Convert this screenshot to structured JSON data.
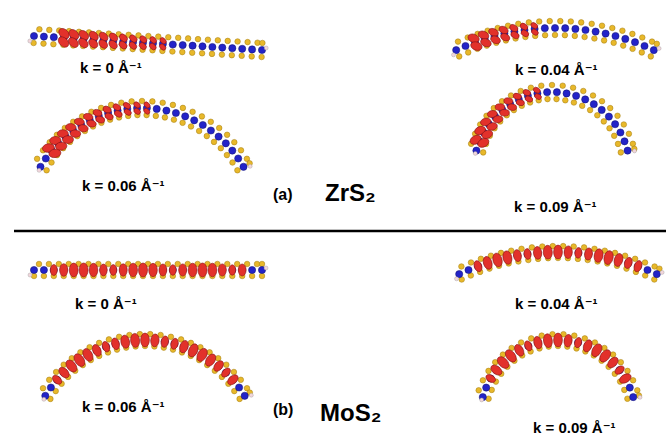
{
  "diagram": {
    "labels": [
      "k = 0 Å⁻¹",
      "k = 0.04 Å⁻¹",
      "k = 0.06 Å⁻¹",
      "(a)",
      "ZrS₂",
      "k = 0.09 Å⁻¹",
      "k = 0 Å⁻¹",
      "k = 0.04 Å⁻¹",
      "k = 0.06 Å⁻¹",
      "(b)",
      "MoS₂",
      "k = 0.09 Å⁻¹"
    ]
  }
}
